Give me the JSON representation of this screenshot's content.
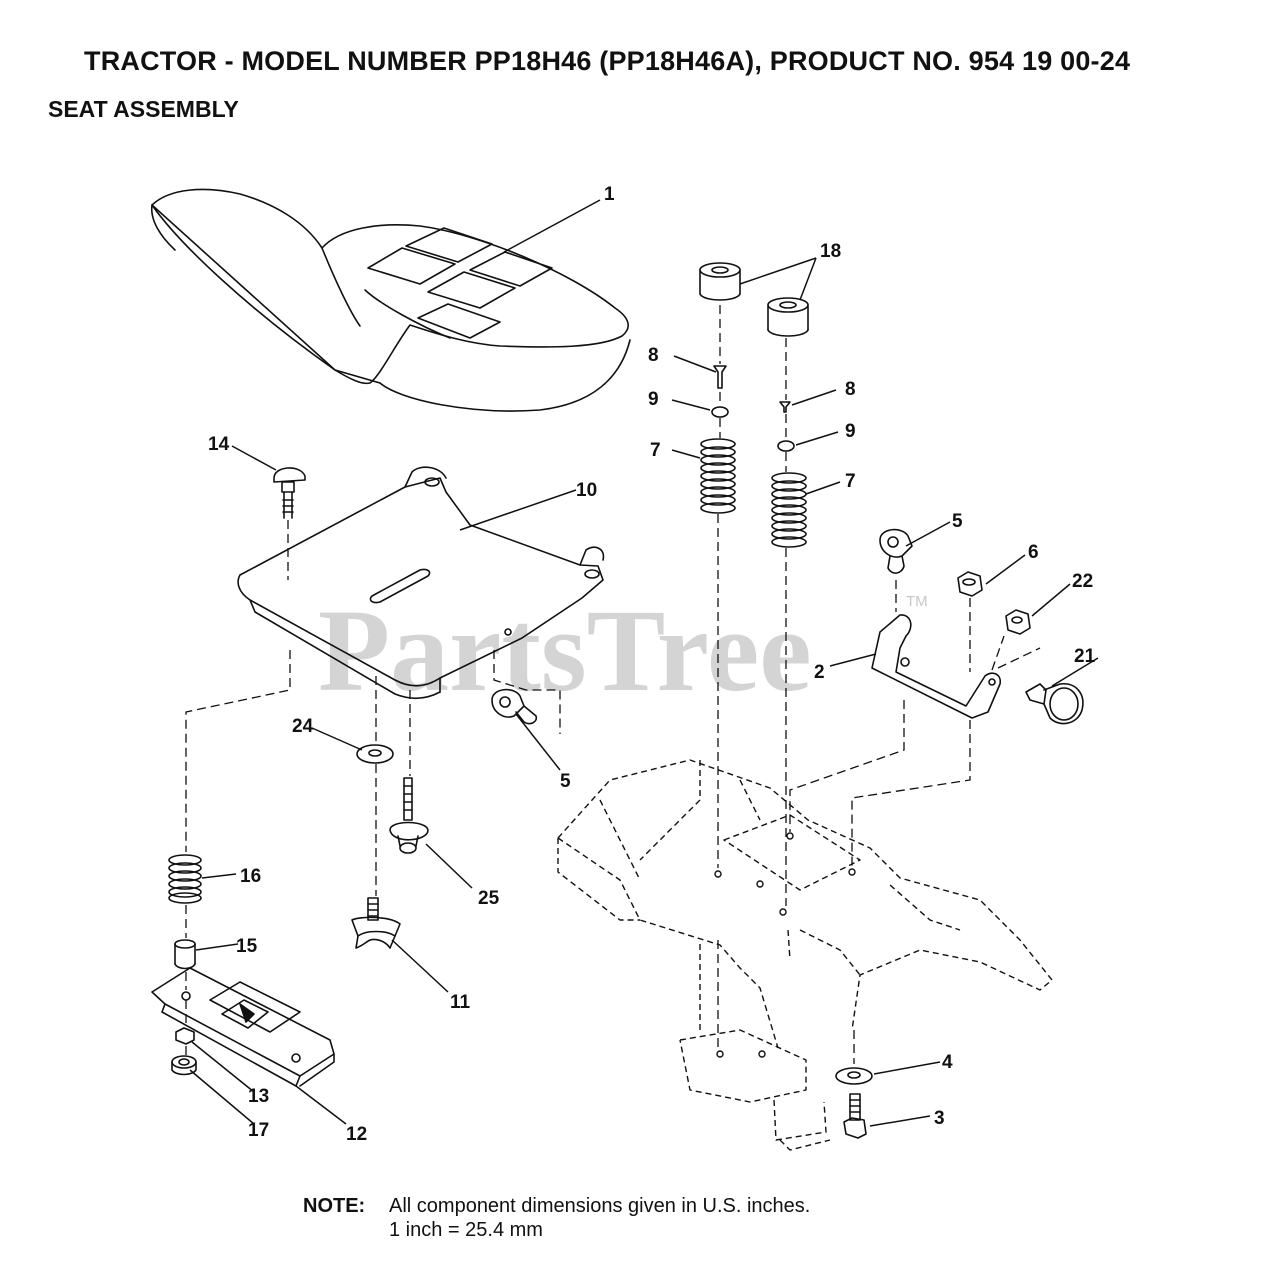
{
  "header": {
    "title": "TRACTOR - MODEL NUMBER PP18H46 (PP18H46A), PRODUCT NO. 954 19 00-24",
    "subtitle": "SEAT ASSEMBLY"
  },
  "watermark": {
    "text": "PartsTree",
    "tm": "TM"
  },
  "parts": {
    "p1": "1",
    "p18": "18",
    "p8a": "8",
    "p8b": "8",
    "p9a": "9",
    "p9b": "9",
    "p7a": "7",
    "p7b": "7",
    "p14": "14",
    "p10": "10",
    "p5a": "5",
    "p5b": "5",
    "p6": "6",
    "p22": "22",
    "p2": "2",
    "p21": "21",
    "p24": "24",
    "p25": "25",
    "p16": "16",
    "p15": "15",
    "p11": "11",
    "p13": "13",
    "p17": "17",
    "p12": "12",
    "p4": "4",
    "p3": "3"
  },
  "note": {
    "label": "NOTE:",
    "line1": "All component dimensions given in U.S. inches.",
    "line2": "1 inch = 25.4 mm"
  }
}
